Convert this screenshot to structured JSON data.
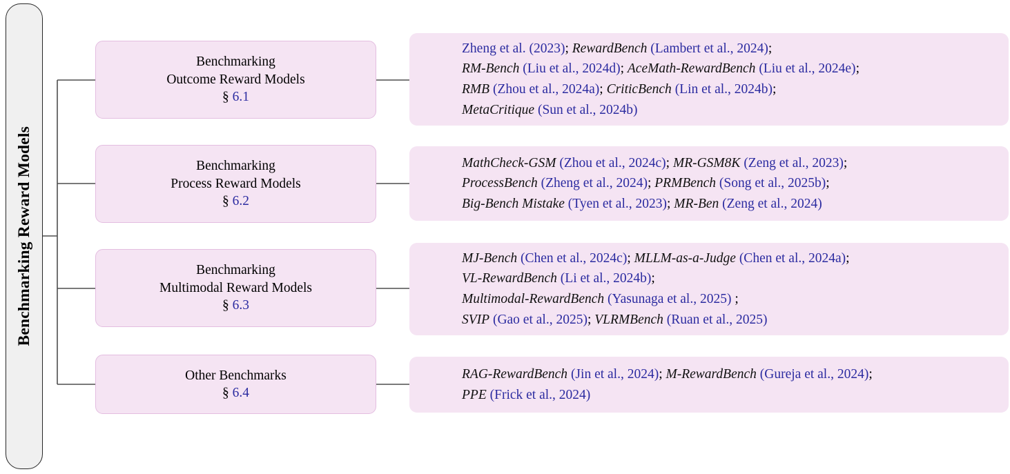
{
  "root": {
    "label": "Benchmarking Reward Models"
  },
  "colors": {
    "box_fill": "#f5e4f3",
    "box_border": "#e3bde0",
    "root_fill": "#f0f0f0",
    "root_border": "#262626",
    "citation_blue": "#2b2ba0",
    "connector": "#4d4d4d",
    "text": "#000000"
  },
  "categories": [
    {
      "title_lines": [
        "Benchmarking",
        "Outcome Reward Models"
      ],
      "section_symbol": "§",
      "section_number": "6.1",
      "entries": [
        [
          {
            "t": "Zheng et al. (2023)",
            "s": "cite"
          },
          {
            "t": "; ",
            "s": "plain"
          },
          {
            "t": "RewardBench",
            "s": "bench"
          },
          {
            "t": " ",
            "s": "plain"
          },
          {
            "t": "(Lambert et al., 2024)",
            "s": "cite"
          },
          {
            "t": ";",
            "s": "plain"
          }
        ],
        [
          {
            "t": "RM-Bench",
            "s": "bench"
          },
          {
            "t": " ",
            "s": "plain"
          },
          {
            "t": "(Liu et al., 2024d)",
            "s": "cite"
          },
          {
            "t": "; ",
            "s": "plain"
          },
          {
            "t": "AceMath-RewardBench",
            "s": "bench"
          },
          {
            "t": " ",
            "s": "plain"
          },
          {
            "t": "(Liu et al., 2024e)",
            "s": "cite"
          },
          {
            "t": ";",
            "s": "plain"
          }
        ],
        [
          {
            "t": "RMB",
            "s": "bench"
          },
          {
            "t": " ",
            "s": "plain"
          },
          {
            "t": "(Zhou et al., 2024a)",
            "s": "cite"
          },
          {
            "t": "; ",
            "s": "plain"
          },
          {
            "t": "CriticBench",
            "s": "bench"
          },
          {
            "t": " ",
            "s": "plain"
          },
          {
            "t": "(Lin et al., 2024b)",
            "s": "cite"
          },
          {
            "t": ";",
            "s": "plain"
          }
        ],
        [
          {
            "t": "MetaCritique",
            "s": "bench"
          },
          {
            "t": " ",
            "s": "plain"
          },
          {
            "t": "(Sun et al., 2024b)",
            "s": "cite"
          }
        ]
      ]
    },
    {
      "title_lines": [
        "Benchmarking",
        "Process Reward Models"
      ],
      "section_symbol": "§",
      "section_number": "6.2",
      "entries": [
        [
          {
            "t": "MathCheck-GSM",
            "s": "bench"
          },
          {
            "t": " ",
            "s": "plain"
          },
          {
            "t": "(Zhou et al., 2024c)",
            "s": "cite"
          },
          {
            "t": "; ",
            "s": "plain"
          },
          {
            "t": "MR-GSM8K",
            "s": "bench"
          },
          {
            "t": " ",
            "s": "plain"
          },
          {
            "t": "(Zeng et al., 2023)",
            "s": "cite"
          },
          {
            "t": ";",
            "s": "plain"
          }
        ],
        [
          {
            "t": "ProcessBench",
            "s": "bench"
          },
          {
            "t": " ",
            "s": "plain"
          },
          {
            "t": "(Zheng et al., 2024)",
            "s": "cite"
          },
          {
            "t": "; ",
            "s": "plain"
          },
          {
            "t": "PRMBench",
            "s": "bench"
          },
          {
            "t": " ",
            "s": "plain"
          },
          {
            "t": "(Song et al., 2025b)",
            "s": "cite"
          },
          {
            "t": ";",
            "s": "plain"
          }
        ],
        [
          {
            "t": "Big-Bench Mistake",
            "s": "bench"
          },
          {
            "t": " ",
            "s": "plain"
          },
          {
            "t": "(Tyen et al., 2023)",
            "s": "cite"
          },
          {
            "t": "; ",
            "s": "plain"
          },
          {
            "t": "MR-Ben",
            "s": "bench"
          },
          {
            "t": " ",
            "s": "plain"
          },
          {
            "t": "(Zeng et al., 2024)",
            "s": "cite"
          }
        ]
      ]
    },
    {
      "title_lines": [
        "Benchmarking",
        "Multimodal Reward Models"
      ],
      "section_symbol": "§",
      "section_number": "6.3",
      "entries": [
        [
          {
            "t": "MJ-Bench",
            "s": "bench"
          },
          {
            "t": " ",
            "s": "plain"
          },
          {
            "t": "(Chen et al., 2024c)",
            "s": "cite"
          },
          {
            "t": "; ",
            "s": "plain"
          },
          {
            "t": "MLLM-as-a-Judge",
            "s": "bench"
          },
          {
            "t": " ",
            "s": "plain"
          },
          {
            "t": "(Chen et al., 2024a)",
            "s": "cite"
          },
          {
            "t": ";",
            "s": "plain"
          }
        ],
        [
          {
            "t": "VL-RewardBench",
            "s": "bench"
          },
          {
            "t": " ",
            "s": "plain"
          },
          {
            "t": "(Li et al., 2024b)",
            "s": "cite"
          },
          {
            "t": ";",
            "s": "plain"
          }
        ],
        [
          {
            "t": "Multimodal-RewardBench",
            "s": "bench"
          },
          {
            "t": " ",
            "s": "plain"
          },
          {
            "t": "(Yasunaga et al., 2025)",
            "s": "cite"
          },
          {
            "t": " ;",
            "s": "plain"
          }
        ],
        [
          {
            "t": "SVIP",
            "s": "bench"
          },
          {
            "t": " ",
            "s": "plain"
          },
          {
            "t": "(Gao et al., 2025)",
            "s": "cite"
          },
          {
            "t": "; ",
            "s": "plain"
          },
          {
            "t": "VLRMBench",
            "s": "bench"
          },
          {
            "t": " ",
            "s": "plain"
          },
          {
            "t": "(Ruan et al., 2025)",
            "s": "cite"
          }
        ]
      ]
    },
    {
      "title_lines": [
        "Other Benchmarks"
      ],
      "section_symbol": "§",
      "section_number": "6.4",
      "entries": [
        [
          {
            "t": "RAG-RewardBench",
            "s": "bench"
          },
          {
            "t": " ",
            "s": "plain"
          },
          {
            "t": "(Jin et al., 2024)",
            "s": "cite"
          },
          {
            "t": "; ",
            "s": "plain"
          },
          {
            "t": "M-RewardBench",
            "s": "bench"
          },
          {
            "t": " ",
            "s": "plain"
          },
          {
            "t": "(Gureja et al., 2024)",
            "s": "cite"
          },
          {
            "t": ";",
            "s": "plain"
          }
        ],
        [
          {
            "t": "PPE",
            "s": "bench"
          },
          {
            "t": " ",
            "s": "plain"
          },
          {
            "t": "(Frick et al., 2024)",
            "s": "cite"
          }
        ]
      ]
    }
  ]
}
